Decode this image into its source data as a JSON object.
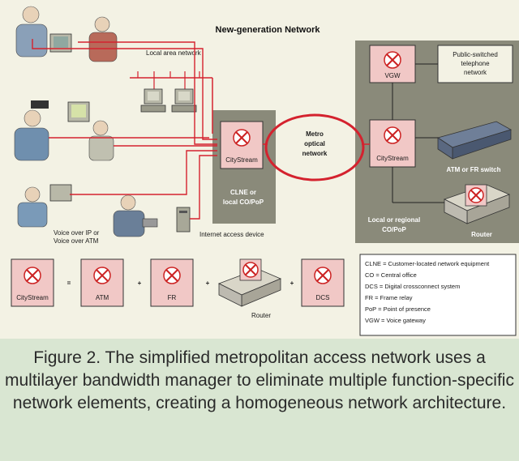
{
  "title": "New-generation Network",
  "lan_label": "Local area network",
  "metro": {
    "line1": "Metro",
    "line2": "optical",
    "line3": "network"
  },
  "citystream_label": "CityStream",
  "clne": {
    "line1": "CLNE or",
    "line2": "local CO/PoP"
  },
  "regional": {
    "line1": "Local or regional",
    "line2": "CO/PoP"
  },
  "vgw_label": "VGW",
  "pstn": {
    "line1": "Public-switched",
    "line2": "telephone",
    "line3": "network"
  },
  "atm_fr_switch": "ATM or FR switch",
  "router_label": "Router",
  "voice_label": {
    "line1": "Voice over IP or",
    "line2": "Voice over ATM"
  },
  "internet_device": "Internet access device",
  "equation": {
    "items": [
      "CityStream",
      "ATM",
      "FR",
      "Router",
      "DCS"
    ],
    "ops": [
      "=",
      "+",
      "+",
      "+"
    ]
  },
  "legend": [
    "CLNE = Customer-located network equipment",
    "CO = Central office",
    "DCS = Digital crossconnect system",
    "FR = Frame relay",
    "PoP = Point of presence",
    "VGW = Voice gateway"
  ],
  "caption": "Figure 2. The simplified metropolitan access network uses a multilayer bandwidth manager to eliminate multiple function-specific network elements, creating a homogeneous network architecture.",
  "colors": {
    "link": "#d4222e",
    "box_fill": "#f1c8c6",
    "panel": "#8c8c7a",
    "caption_bg": "#d9e6d2"
  }
}
